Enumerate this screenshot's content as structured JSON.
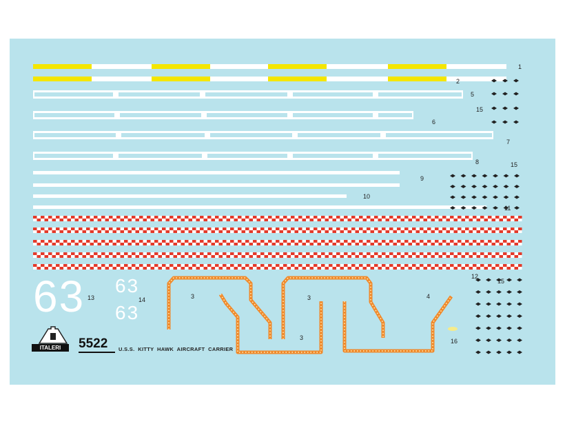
{
  "product_code": "5522",
  "caption": "U.S.S.  KITTY  HAWK  AIRCRAFT  CARRIER",
  "brand": "ITALERI",
  "hull_number": "63",
  "colors": {
    "sheet": "#b9e3ec",
    "white": "#ffffff",
    "yellow": "#f4e600",
    "red": "#e43a2a",
    "orange": "#f08a2c",
    "dark": "#222222"
  },
  "decal_numbers": {
    "n1": "1",
    "n2": "2",
    "n3a": "3",
    "n3b": "3",
    "n3c": "3",
    "n4": "4",
    "n5": "5",
    "n6": "6",
    "n7": "7",
    "n8": "8",
    "n9": "9",
    "n10": "10",
    "n11": "11",
    "n12": "12",
    "n13": "13",
    "n14": "14",
    "n15a": "15",
    "n15b": "15",
    "n15c": "15",
    "n16": "16"
  }
}
